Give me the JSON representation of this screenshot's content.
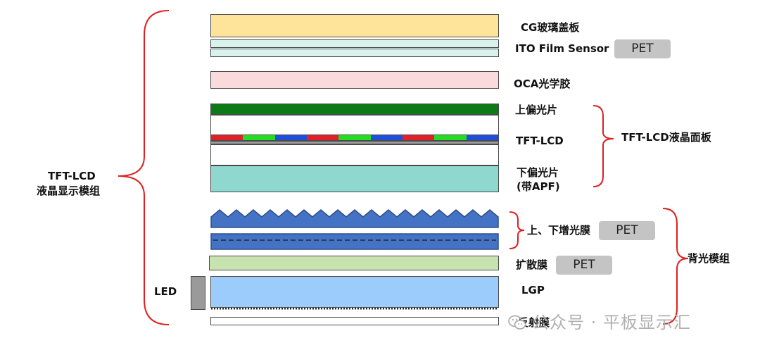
{
  "left_group": {
    "line1": "TFT-LCD",
    "line2": "液晶显示模组"
  },
  "labels": {
    "cg": "CG玻璃盖板",
    "ito": "ITO Film Sensor",
    "oca": "OCA光学胶",
    "upper_polarizer": "上偏光片",
    "tft_lcd": "TFT-LCD",
    "lower_polarizer_1": "下偏光片",
    "lower_polarizer_2": "(带APF)",
    "brightness_film": "上、下增光膜",
    "diffuser": "扩散膜",
    "lgp": "LGP",
    "reflector": "反射膜",
    "led": "LED"
  },
  "badges": {
    "ito": "PET",
    "brightness": "PET",
    "diffuser": "PET"
  },
  "groups": {
    "panel": "TFT-LCD液晶面板",
    "backlight": "背光模组"
  },
  "watermark": "公众号 · 平板显示汇",
  "colors": {
    "cg": "#fde49a",
    "ito": "#d8f2ec",
    "oca": "#fadadd",
    "polarizer": "#0c7a16",
    "lower_polarizer": "#8fd8cf",
    "brightness": "#4472c4",
    "diffuser": "#c6e3b0",
    "lgp": "#9cccfc",
    "led": "#9a9a9a",
    "bracket": "#e02020",
    "pixel_red": "#e0202a",
    "pixel_green": "#22dd22",
    "pixel_blue": "#1f4fd8"
  }
}
